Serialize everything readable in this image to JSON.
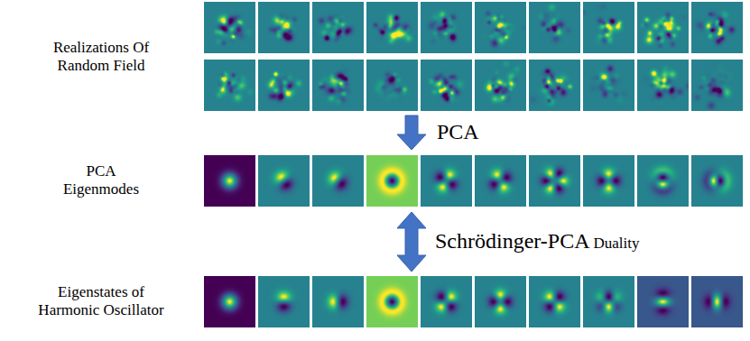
{
  "diagram": {
    "labels": [
      "Realizations Of Random Field",
      "PCA",
      "PCA Eigenmodes",
      "Schrödinger-PCA",
      "Duality",
      "Eigenstates of Harmonic Oscillator"
    ]
  }
}
